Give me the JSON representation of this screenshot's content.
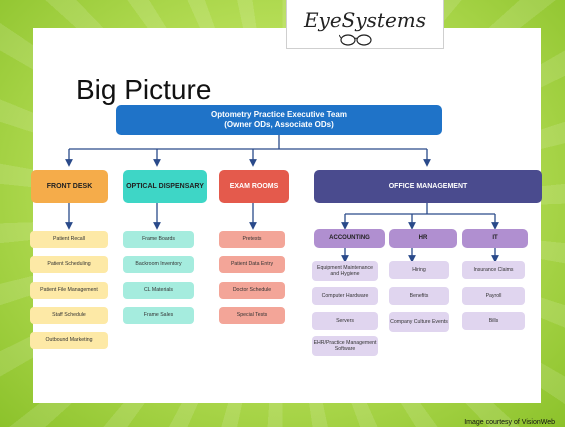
{
  "logo": {
    "text": "EyeSystems",
    "icon": "glasses-icon"
  },
  "title": "Big Picture",
  "top": {
    "line1": "Optometry Practice Executive Team",
    "line2": "(Owner ODs, Associate ODs)"
  },
  "departments": [
    {
      "label": "FRONT DESK",
      "items": [
        "Patient Recall",
        "Patient Scheduling",
        "Patient File Management",
        "Staff Schedule",
        "Outbound Marketing"
      ]
    },
    {
      "label": "OPTICAL DISPENSARY",
      "items": [
        "Frame Boards",
        "Backroom Inventory",
        "CL Materials",
        "Frame Sales"
      ]
    },
    {
      "label": "EXAM ROOMS",
      "items": [
        "Pretests",
        "Patient Data Entry",
        "Doctor Schedule",
        "Special Tests"
      ]
    },
    {
      "label": "OFFICE MANAGEMENT",
      "items": []
    }
  ],
  "subgroups": [
    {
      "label": "ACCOUNTING",
      "items": [
        "Equipment Maintenance and Hygiene",
        "Computer Hardware",
        "Servers",
        "EHR/Practice Management Software"
      ]
    },
    {
      "label": "HR",
      "items": [
        "Hiring",
        "Benefits",
        "Company Culture Events"
      ]
    },
    {
      "label": "IT",
      "items": [
        "Insurance Claims",
        "Payroll",
        "Bills"
      ]
    }
  ],
  "credit": "Image courtesy of VisionWeb",
  "colors": {
    "top": "#1f73c8",
    "front_desk": "#f5ac4a",
    "front_desk_item": "#fde9a6",
    "optical": "#3ed6c6",
    "optical_item": "#a5ecde",
    "exam": "#e45a4c",
    "exam_item": "#f3a598",
    "office": "#4a4b8e",
    "sub_header": "#b08fd0",
    "sub_item": "#e0d5ef",
    "line": "#2a4a8a"
  }
}
